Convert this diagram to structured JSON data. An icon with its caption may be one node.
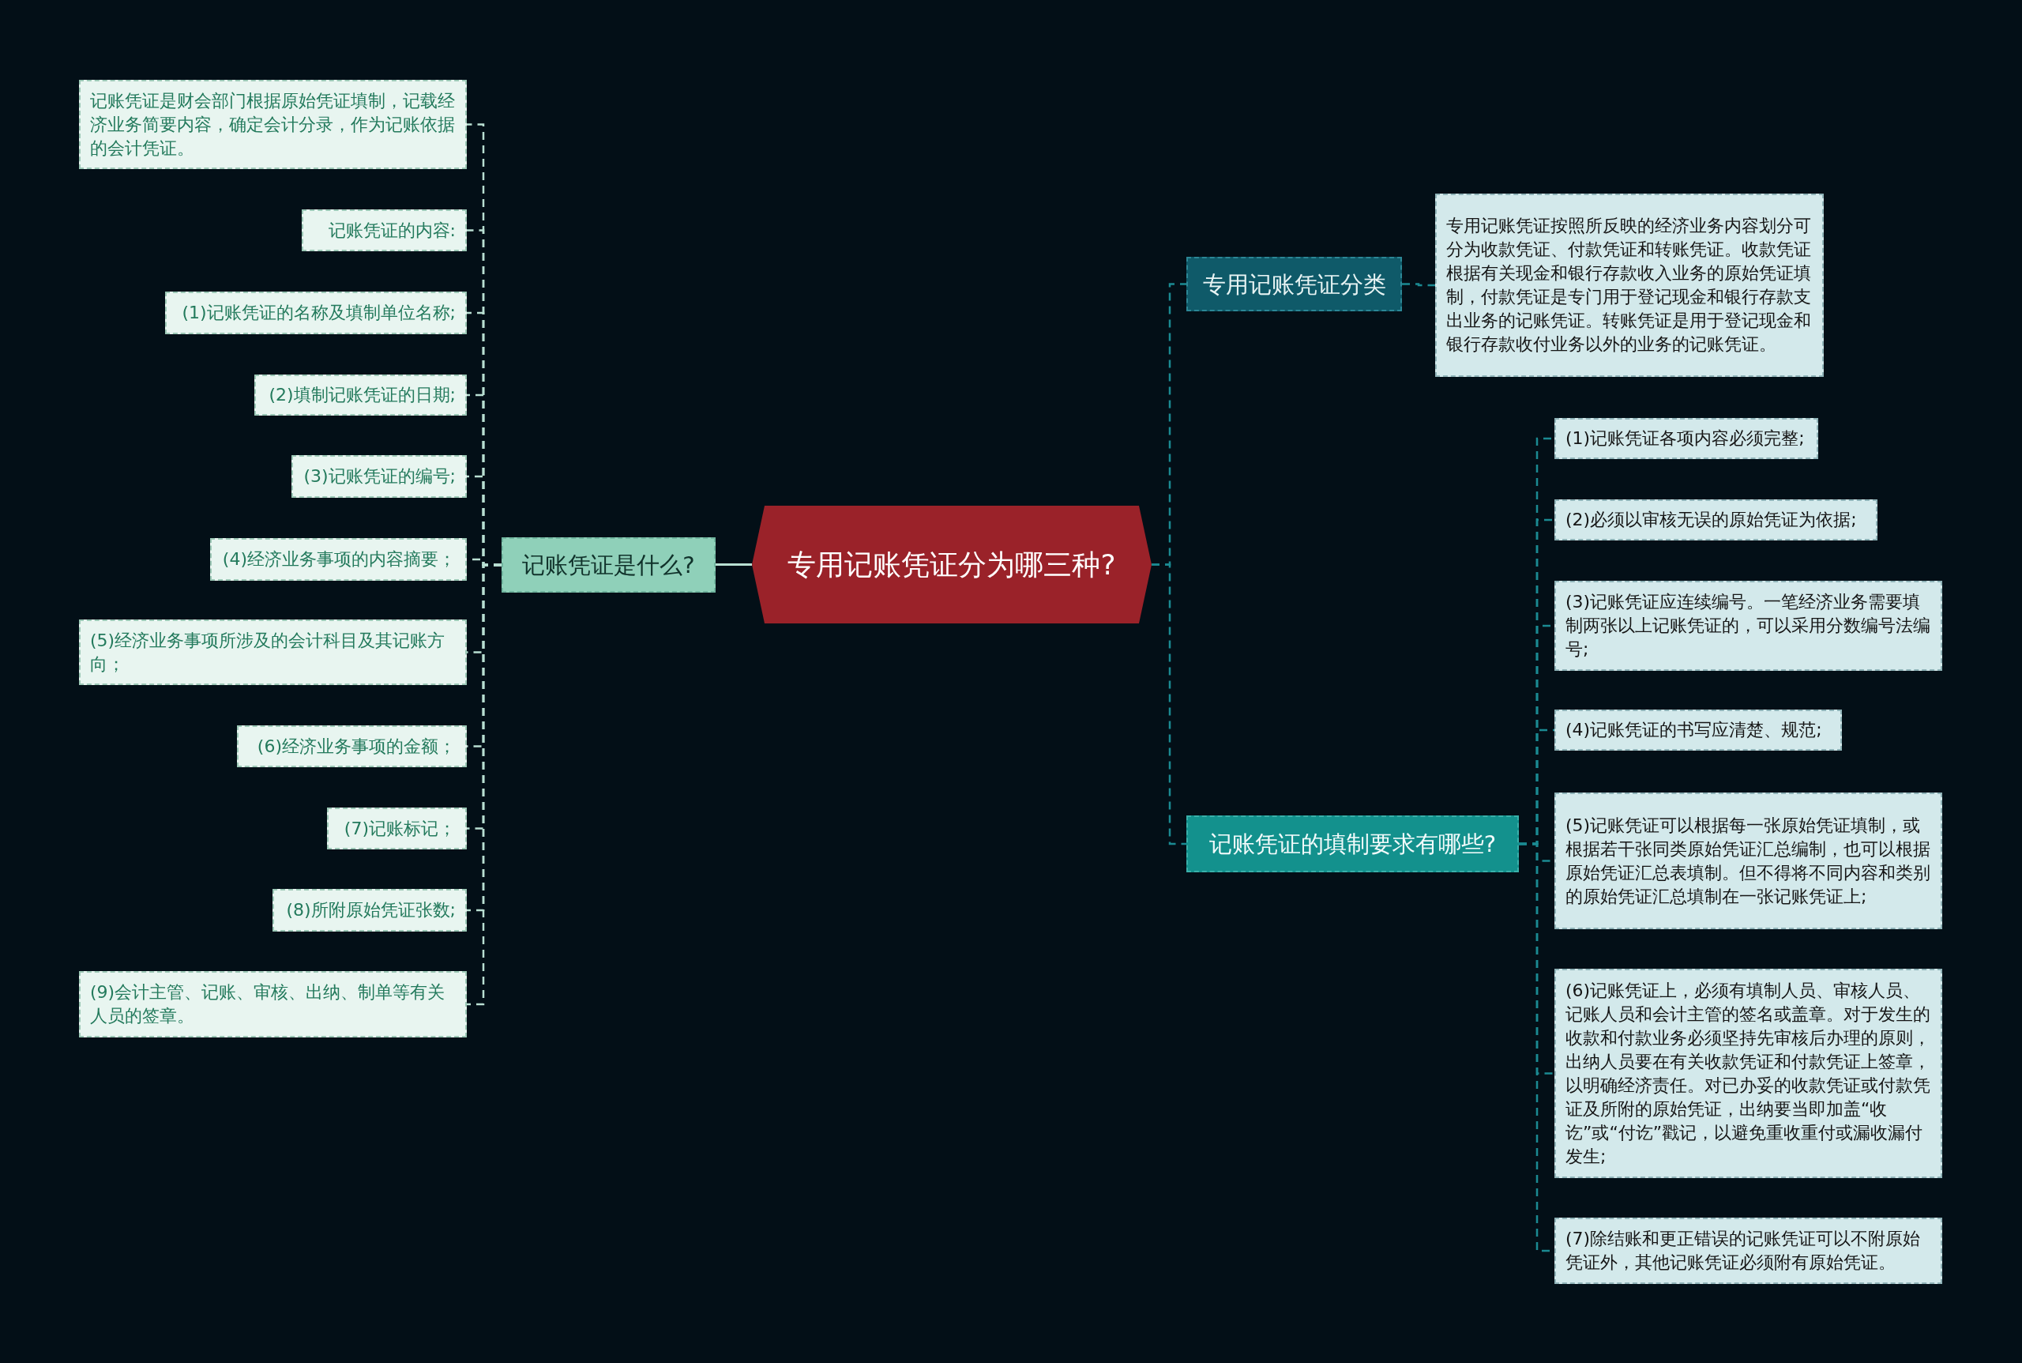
{
  "diagram": {
    "nodes": [
      {
        "text": [
          "专用记账凭证分为哪三种?"
        ]
      },
      {
        "text": [
          "记账凭证是什么?"
        ]
      },
      {
        "text": [
          "专用记账凭证分类"
        ]
      },
      {
        "text": [
          "记账凭证的填制要求有哪些?"
        ]
      },
      {
        "text": [
          "记账凭证是财会部门根据原始凭证填制，记载经济业务简要内容，确定会计分录，作为记账依据的会计凭证。"
        ]
      },
      {
        "text": [
          "记账凭证的内容:"
        ]
      },
      {
        "text": [
          "(1)记账凭证的名称及填制单位名称;"
        ]
      },
      {
        "text": [
          "(2)填制记账凭证的日期;"
        ]
      },
      {
        "text": [
          "(3)记账凭证的编号;"
        ]
      },
      {
        "text": [
          "(4)经济业务事项的内容摘要；"
        ]
      },
      {
        "text": [
          "(5)经济业务事项所涉及的会计科目及其记账方向；"
        ]
      },
      {
        "text": [
          "(6)经济业务事项的金额；"
        ]
      },
      {
        "text": [
          "(7)记账标记；"
        ]
      },
      {
        "text": [
          "(8)所附原始凭证张数;"
        ]
      },
      {
        "text": [
          "(9)会计主管、记账、审核、出纳、制单等有关人员的签章。"
        ]
      },
      {
        "text": [
          "专用记账凭证按照所反映的经济业务内容划分可分为收款凭证、付款凭证和转账凭证。收款凭证根据有关现金和银行存款收入业务的原始凭证填制，付款凭证是专门用于登记现金和银行存款支出业务的记账凭证。转账凭证是用于登记现金和银行存款收付业务以外的业务的记账凭证。"
        ]
      },
      {
        "text": [
          "(1)记账凭证各项内容必须完整;"
        ]
      },
      {
        "text": [
          "(2)必须以审核无误的原始凭证为依据;"
        ]
      },
      {
        "text": [
          "(3)记账凭证应连续编号。一笔经济业务需要填制两张以上记账凭证的，可以采用分数编号法编号;"
        ]
      },
      {
        "text": [
          "(4)记账凭证的书写应清楚、规范;"
        ]
      },
      {
        "text": [
          "(5)记账凭证可以根据每一张原始凭证填制，或根据若干张同类原始凭证汇总编制，也可以根据原始凭证汇总表填制。但不得将不同内容和类别的原始凭证汇总填制在一张记账凭证上;"
        ]
      },
      {
        "text": [
          "(6)记账凭证上，必须有填制人员、审核人员、记账人员和会计主管的签名或盖章。对于发生的收款和付款业务必须坚持先审核后办理的原则，出纳人员要在有关收款凭证和付款凭证上签章，以明确经济责任。对已办妥的收款凭证或付款凭证及所附的原始凭证，出纳要当即加盖“收讫”或“付讫”戳记，以避免重收重付或漏收漏付发生;"
        ]
      },
      {
        "text": [
          "(7)除结账和更正错误的记账凭证可以不附原始凭证外，其他记账凭证必须附有原始凭证。"
        ]
      }
    ],
    "edges": [
      {
        "from": 0,
        "to": 1,
        "arrow": "none"
      },
      {
        "from": 0,
        "to": 2,
        "arrow": "none",
        "style": "dashed",
        "color": "#1b8a92"
      },
      {
        "from": 0,
        "to": 3,
        "arrow": "none",
        "style": "dashed",
        "color": "#1b8a92"
      },
      {
        "from": 1,
        "to": 4,
        "arrow": "none",
        "style": "dashed"
      },
      {
        "from": 1,
        "to": 5,
        "arrow": "none",
        "style": "dashed"
      },
      {
        "from": 1,
        "to": 6,
        "arrow": "none",
        "style": "dashed"
      },
      {
        "from": 1,
        "to": 7,
        "arrow": "none",
        "style": "dashed"
      },
      {
        "from": 1,
        "to": 8,
        "arrow": "none",
        "style": "dashed"
      },
      {
        "from": 1,
        "to": 9,
        "arrow": "none",
        "style": "dashed"
      },
      {
        "from": 1,
        "to": 10,
        "arrow": "none",
        "style": "dashed"
      },
      {
        "from": 1,
        "to": 11,
        "arrow": "none",
        "style": "dashed"
      },
      {
        "from": 1,
        "to": 12,
        "arrow": "none",
        "style": "dashed"
      },
      {
        "from": 1,
        "to": 13,
        "arrow": "none",
        "style": "dashed"
      },
      {
        "from": 1,
        "to": 14,
        "arrow": "none",
        "style": "dashed"
      },
      {
        "from": 2,
        "to": 15,
        "arrow": "none",
        "style": "dashed",
        "color": "#1b8a92"
      },
      {
        "from": 3,
        "to": 16,
        "arrow": "none",
        "style": "dashed",
        "color": "#1b8a92"
      },
      {
        "from": 3,
        "to": 17,
        "arrow": "none",
        "style": "dashed",
        "color": "#1b8a92"
      },
      {
        "from": 3,
        "to": 18,
        "arrow": "none",
        "style": "dashed",
        "color": "#1b8a92"
      },
      {
        "from": 3,
        "to": 19,
        "arrow": "none",
        "style": "dashed",
        "color": "#1b8a92"
      },
      {
        "from": 3,
        "to": 20,
        "arrow": "none",
        "style": "dashed",
        "color": "#1b8a92"
      },
      {
        "from": 3,
        "to": 21,
        "arrow": "none",
        "style": "dashed",
        "color": "#1b8a92"
      },
      {
        "from": 3,
        "to": 22,
        "arrow": "none",
        "style": "dashed",
        "color": "#1b8a92"
      }
    ]
  }
}
